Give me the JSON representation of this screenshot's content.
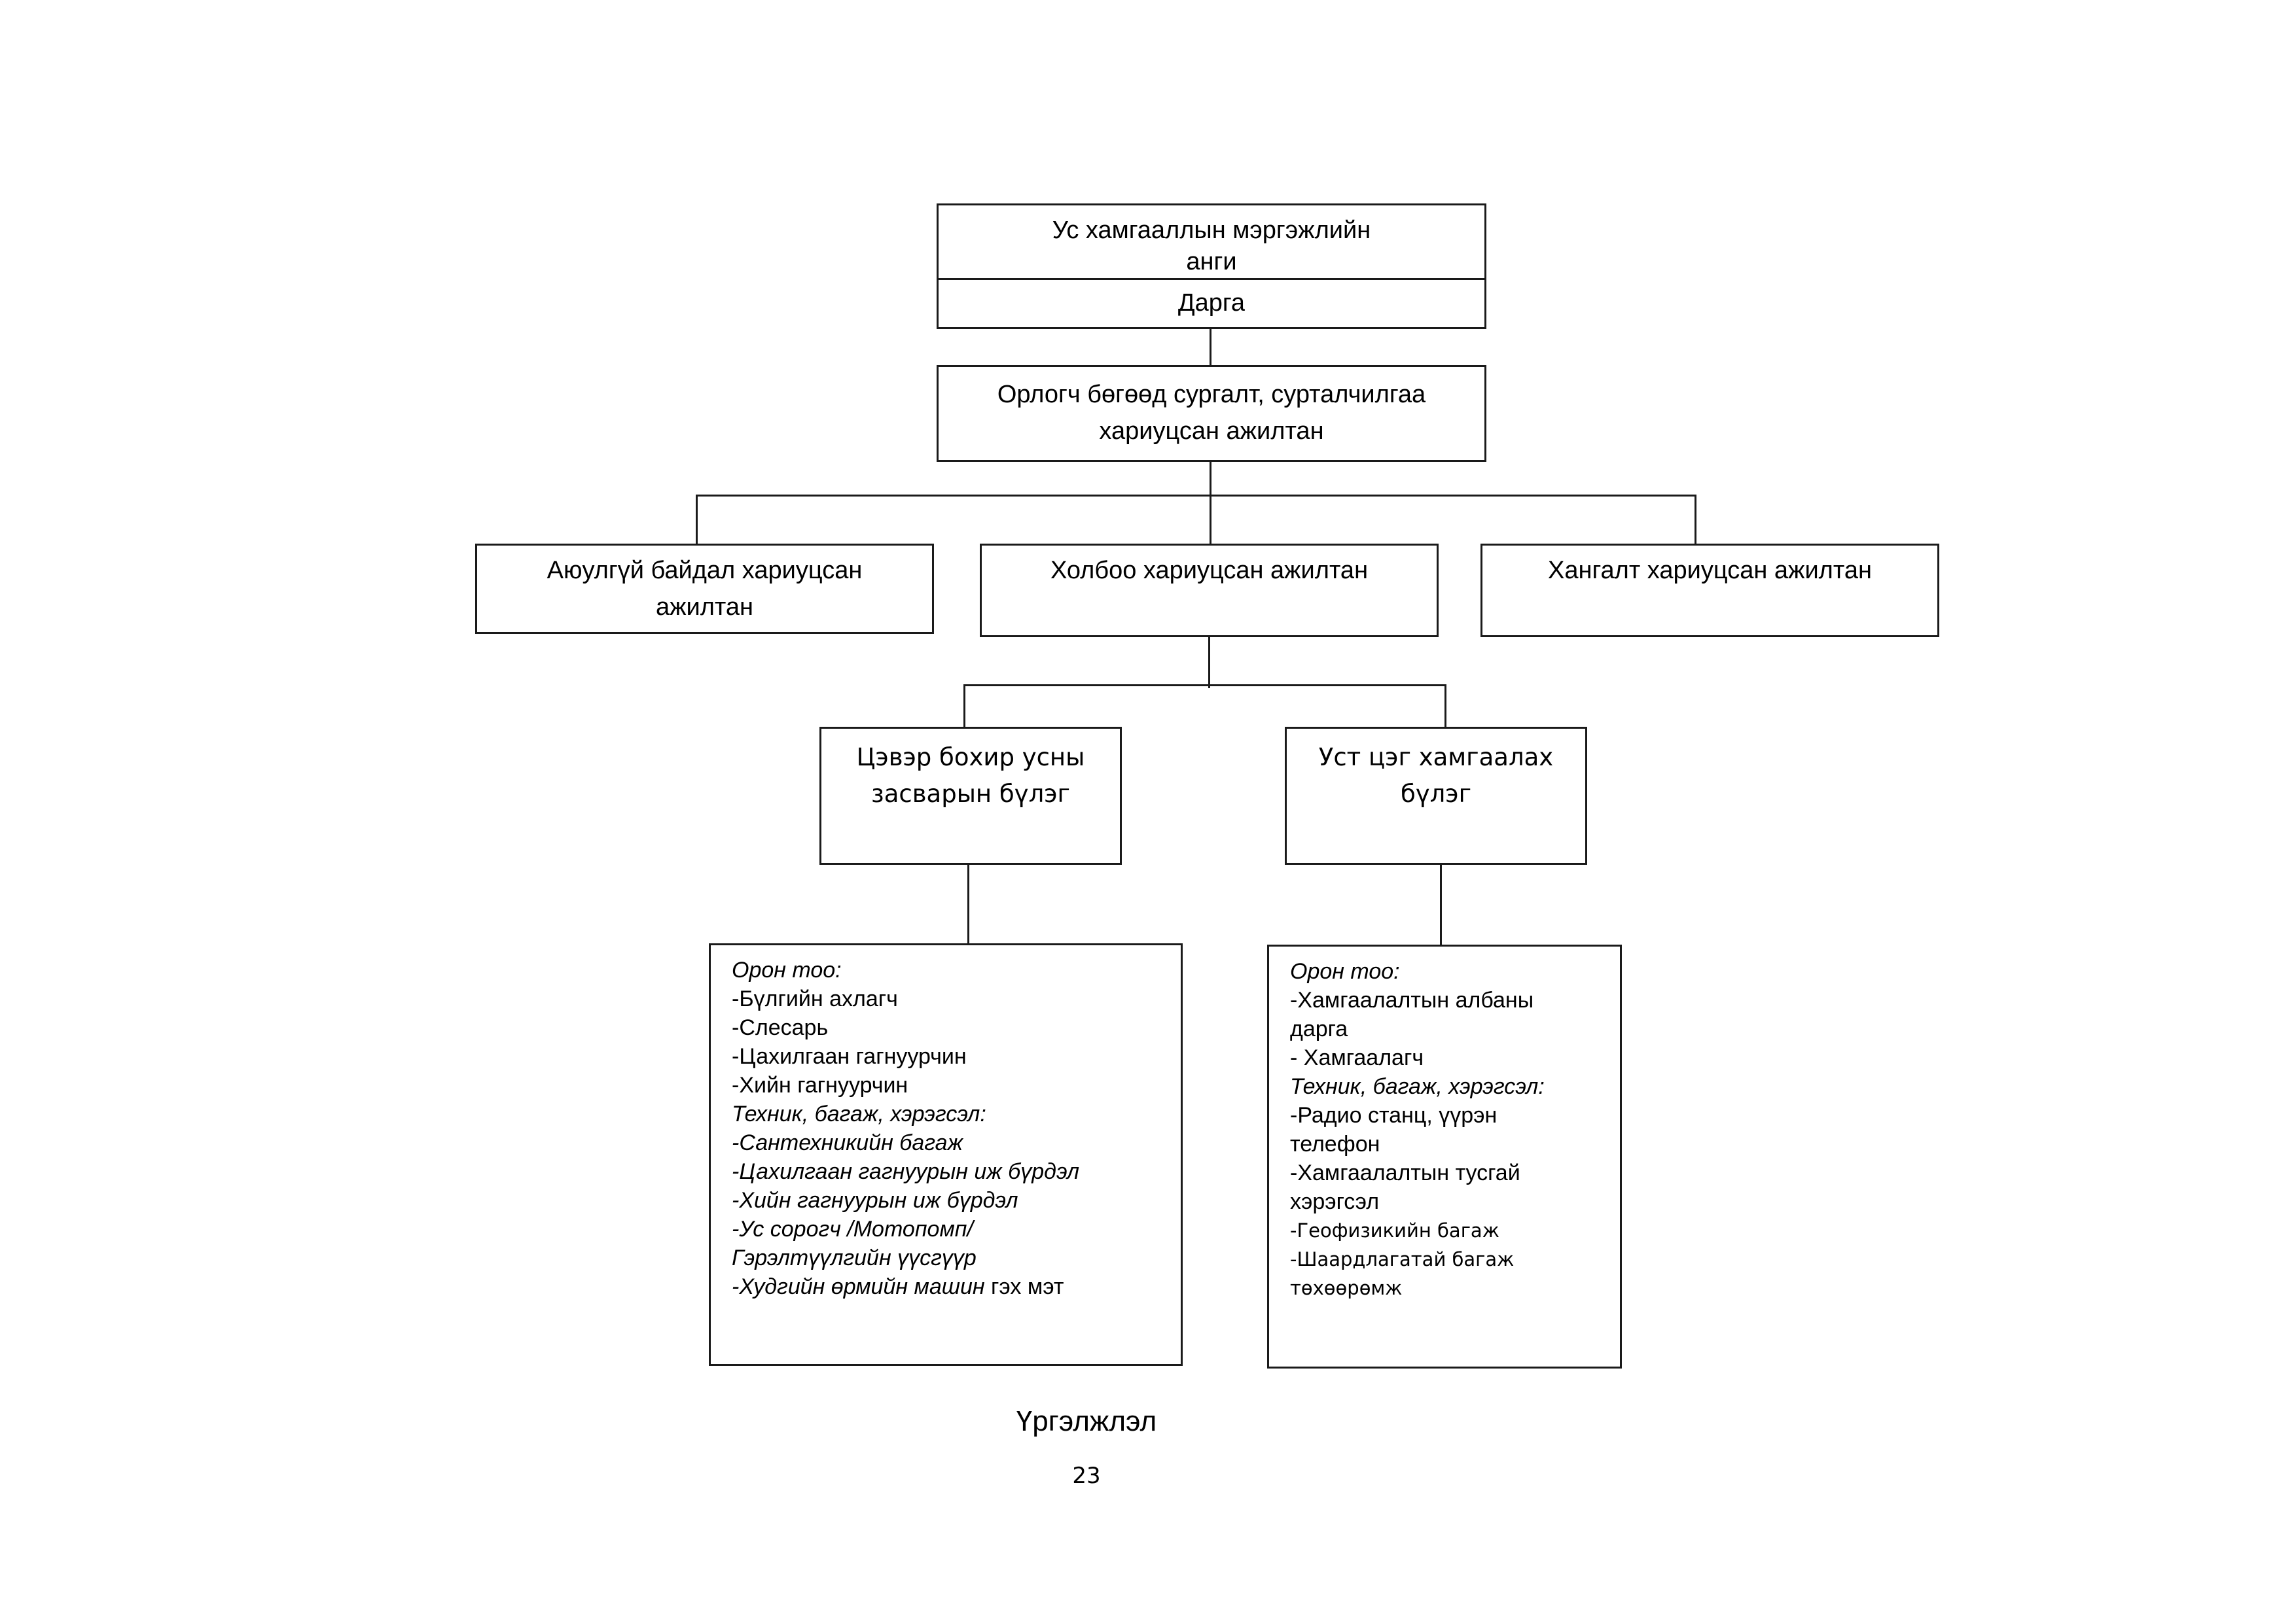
{
  "top": {
    "title_line1": "Ус хамгааллын мэргэжлийн",
    "title_line2": "анги",
    "role": "Дарга"
  },
  "deputy": {
    "line1": "Орлогч бөгөөд сургалт, сурталчилгаа",
    "line2": "хариуцсан ажилтан"
  },
  "level3": {
    "safety": {
      "line1": "Аюулгүй байдал хариуцсан",
      "line2": "ажилтан"
    },
    "comms": {
      "line1": "Холбоо хариуцсан ажилтан"
    },
    "supply": {
      "line1": "Хангалт хариуцсан ажилтан"
    }
  },
  "units": {
    "repair": {
      "line1": "Цэвэр бохир усны",
      "line2": "засварын бүлэг"
    },
    "protect": {
      "line1": "Уст цэг хамгаалах",
      "line2": "бүлэг"
    }
  },
  "details_left": {
    "l1": "Орон тоо:",
    "l2": "-Бүлгийн ахлагч",
    "l3": "-Слесарь",
    "l4": "-Цахилгаан гагнуурчин",
    "l5": "-Хийн гагнуурчин",
    "l6": "Техник, багаж, хэрэгсэл:",
    "l7": "-Сантехникийн багаж",
    "l8": "-Цахилгаан гагнуурын иж бүрдэл",
    "l9": "-Хийн гагнуурын иж бүрдэл",
    "l10": "-Ус сорогч /Мотопомп/",
    "l11": "Гэрэлтүүлгийн үүсгүүр",
    "l12a": "-Худгийн өрмийн машин",
    "l12b": " гэх мэт"
  },
  "details_right": {
    "l1": "Орон тоо:",
    "l2": "-Хамгаалалтын албаны",
    "l3": "дарга",
    "l4": "- Хамгаалагч",
    "l5": "Техник, багаж, хэрэгсэл:",
    "l6": "-Радио станц, үүрэн",
    "l7": "телефон",
    "l8": "-Хамгаалалтын тусгай",
    "l9": "хэрэгсэл",
    "l10": "-Геофизикийн багаж",
    "l11": "-Шаардлагатай багаж",
    "l12": "төхөөрөмж"
  },
  "caption": "Үргэлжлэл",
  "page_number": "23"
}
